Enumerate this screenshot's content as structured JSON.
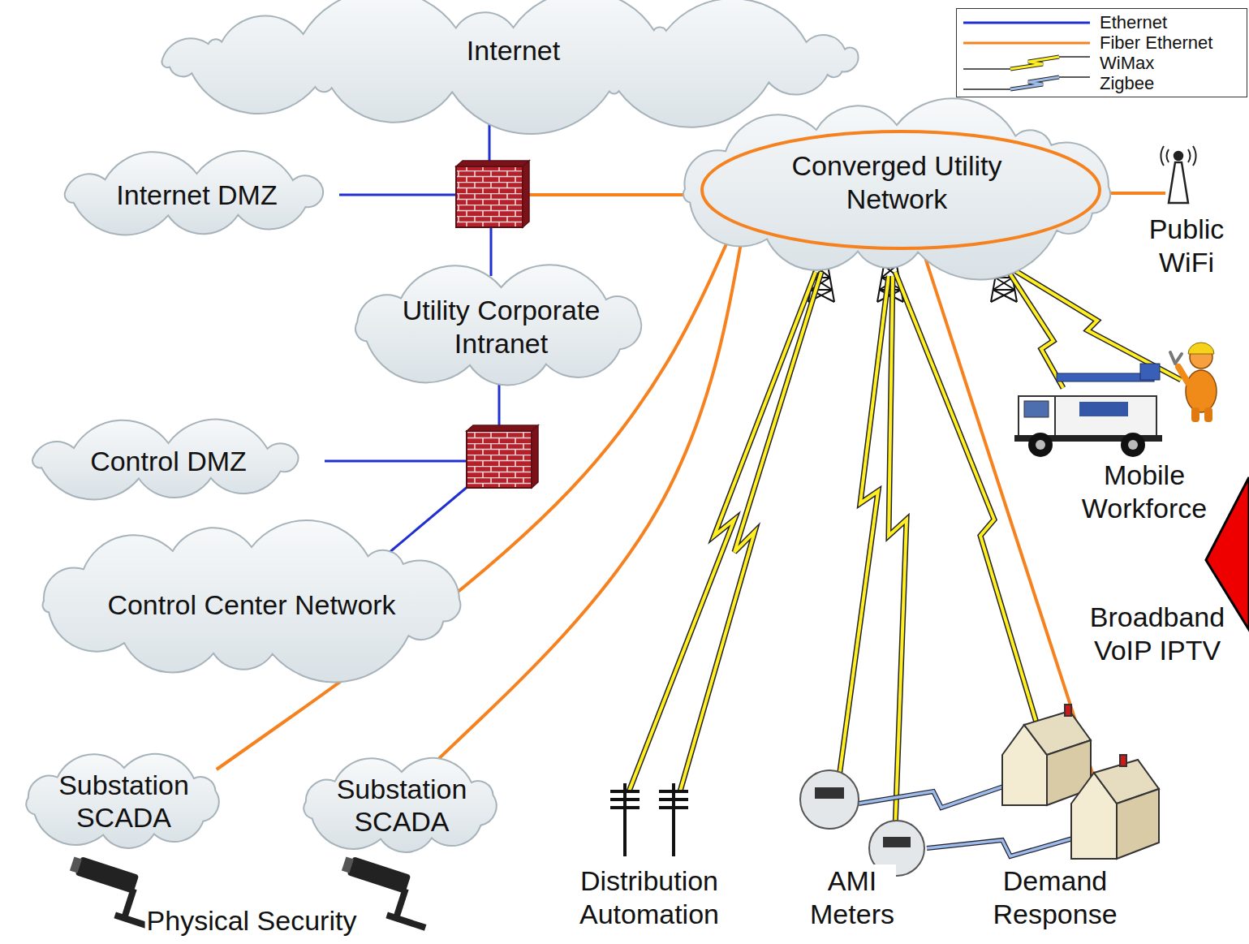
{
  "diagram": {
    "nodes": [
      {
        "text": [
          "Internet"
        ]
      },
      {
        "text": [
          "Internet DMZ"
        ]
      },
      {
        "text": [
          "Converged Utility Network"
        ]
      },
      {
        "text": [
          "Utility Corporate Intranet"
        ]
      },
      {
        "text": [
          "Control DMZ"
        ]
      },
      {
        "text": [
          "Control Center Network"
        ]
      },
      {
        "text": [
          "Substation SCADA"
        ]
      },
      {
        "text": [
          "Substation SCADA"
        ]
      }
    ],
    "edges": [
      {
        "from": 6,
        "to": 2,
        "arrow": "none"
      },
      {
        "from": 7,
        "to": 2,
        "arrow": "none"
      }
    ],
    "labels": [
      "Public WiFi",
      "Mobile Workforce",
      "Broadband VoIP IPTV",
      "Distribution Automation",
      "AMI Meters",
      "Demand Response",
      "Physical Security"
    ],
    "legend": [
      {
        "text": "Ethernet"
      },
      {
        "text": "Fiber Ethernet"
      },
      {
        "text": "WiMax"
      },
      {
        "text": "Zigbee"
      }
    ]
  }
}
